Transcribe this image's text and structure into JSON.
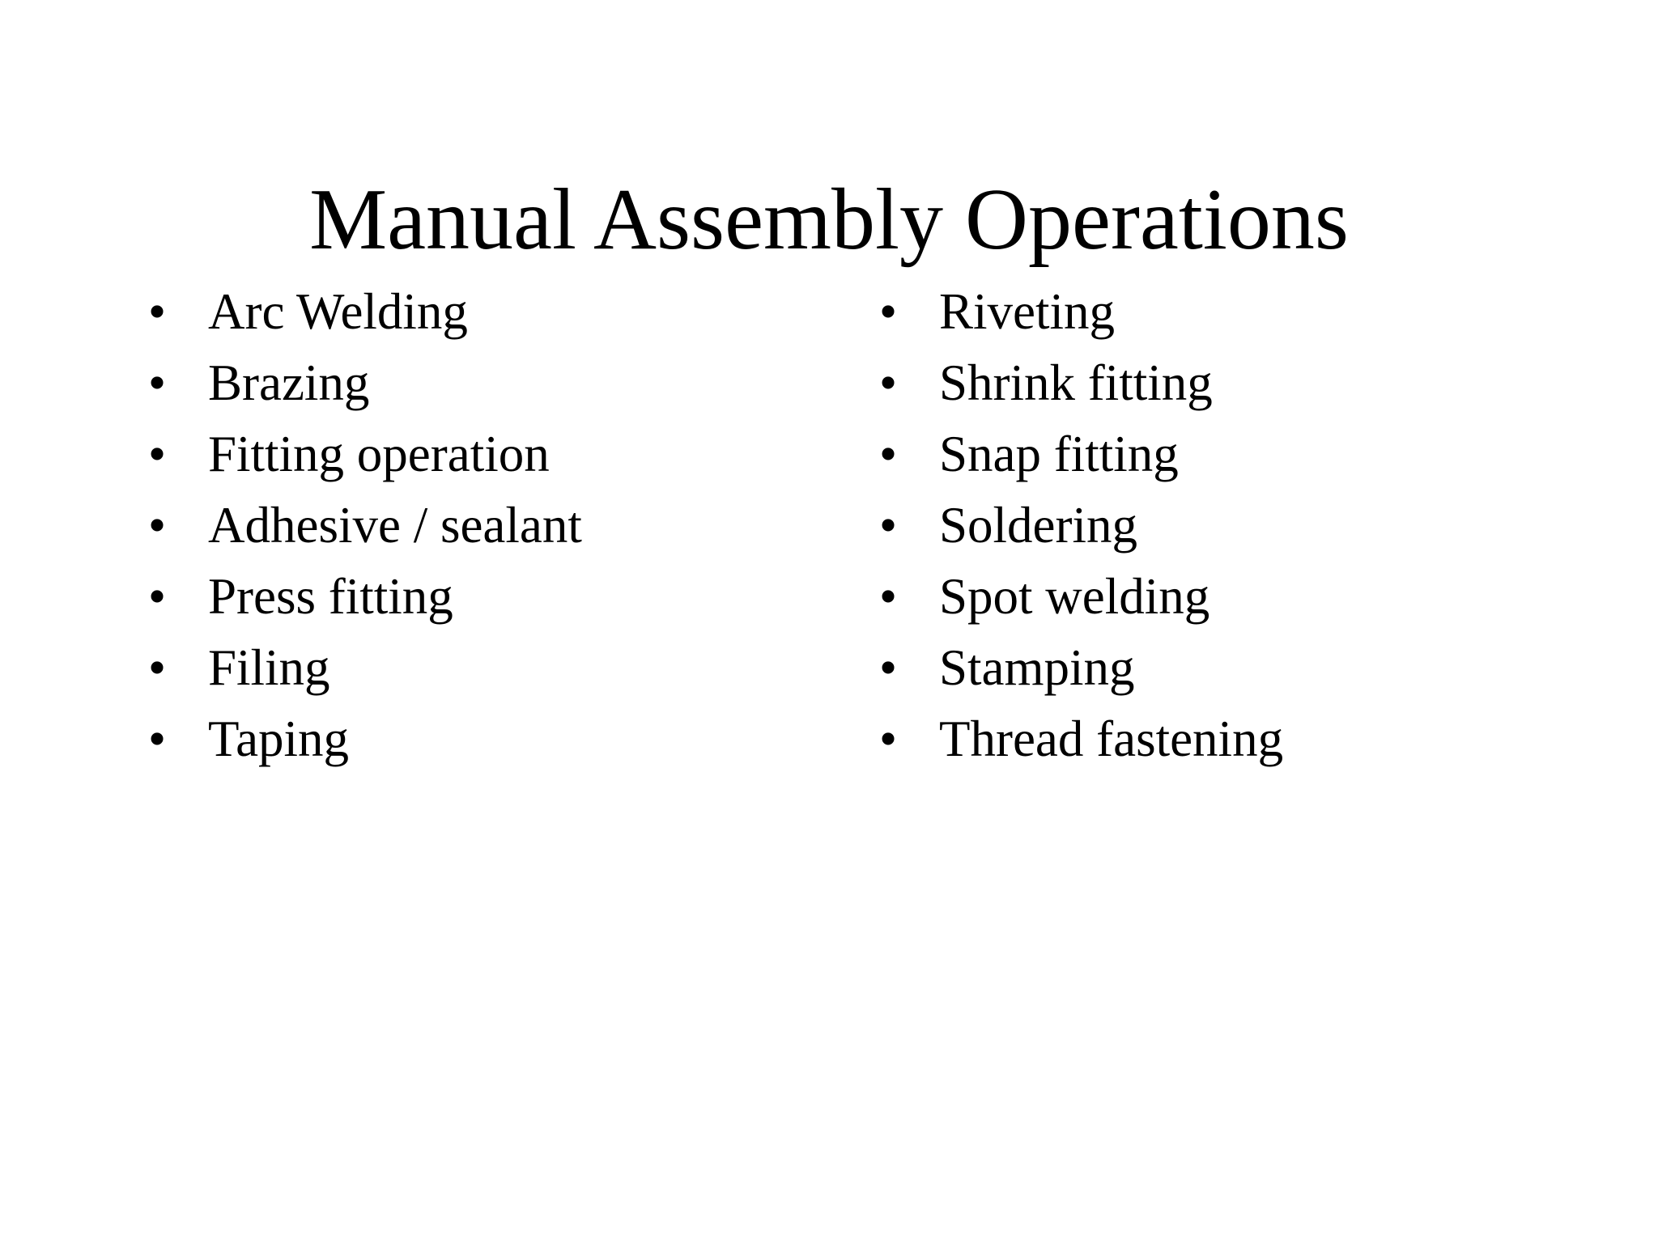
{
  "slide": {
    "title": "Manual Assembly Operations",
    "colors": {
      "background": "#ffffff",
      "text": "#000000"
    },
    "columns": [
      {
        "items": [
          "Arc Welding",
          "Brazing",
          "Fitting operation",
          "Adhesive / sealant",
          "Press fitting",
          "Filing",
          "Taping"
        ]
      },
      {
        "items": [
          "Riveting",
          "Shrink fitting",
          "Snap fitting",
          "Soldering",
          "Spot welding",
          "Stamping",
          "Thread fastening"
        ]
      }
    ]
  }
}
